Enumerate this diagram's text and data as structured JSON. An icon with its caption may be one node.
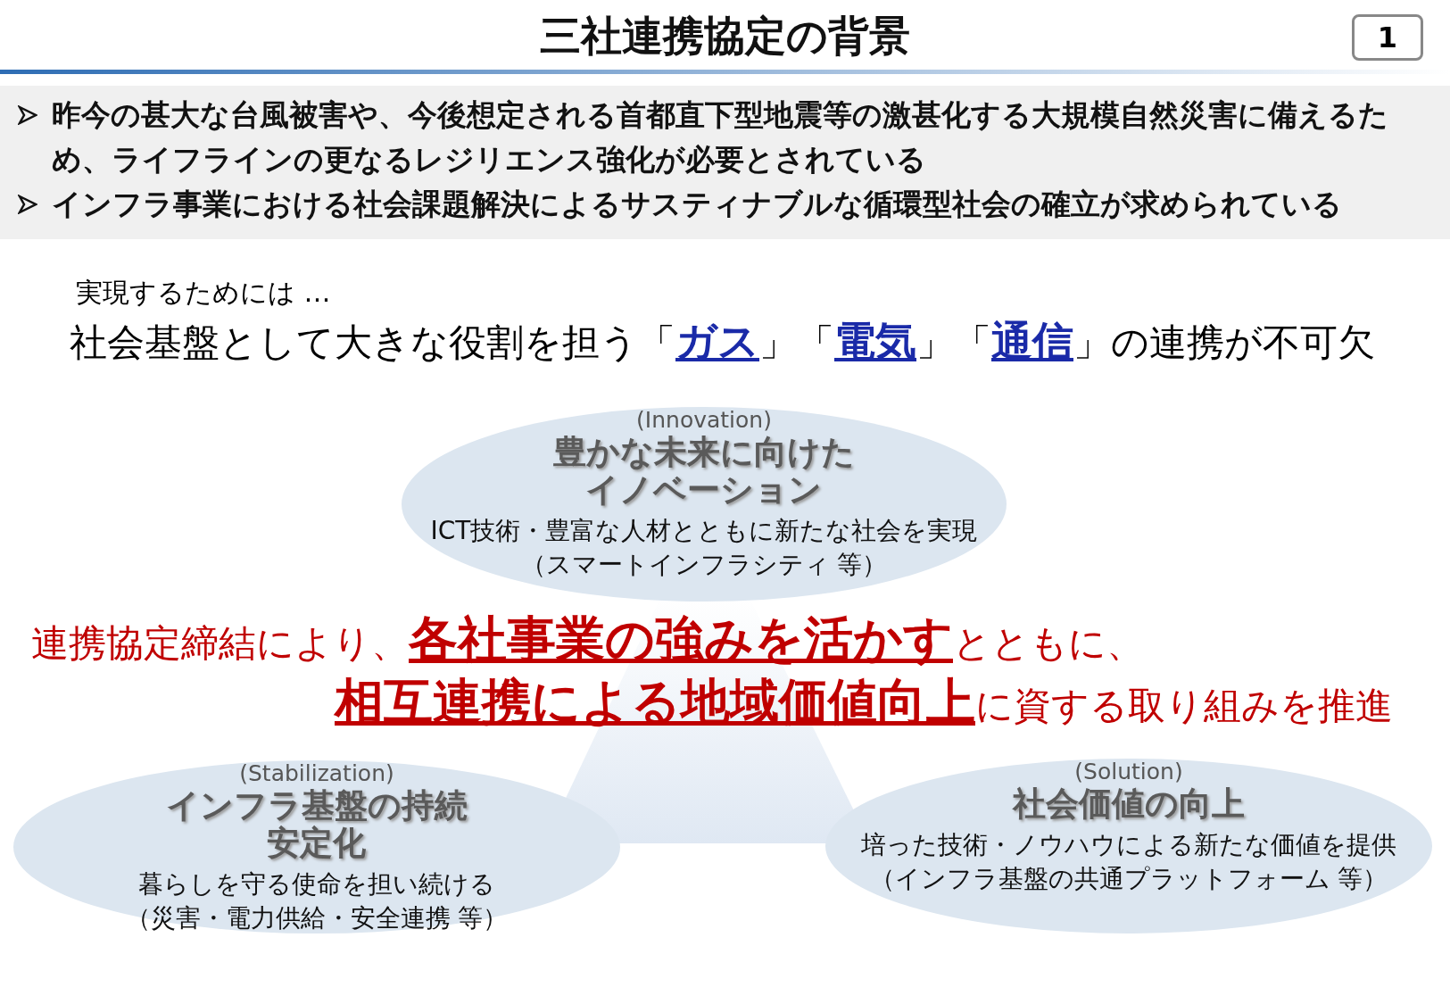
{
  "diagram": {
    "title": "三社連携協定の背景",
    "nodes": [
      {
        "text": [
          "1"
        ]
      },
      {
        "text": [
          "(Innovation)",
          "豊かな未来に向けたイノベーション",
          "ICT技術・豊富な人材とともに新たな社会を実現",
          "（スマートインフラシティ 等）"
        ]
      },
      {
        "text": [
          "(Stabilization)",
          "インフラ基盤の持続安定化",
          "暮らしを守る使命を担い続ける",
          "（災害・電力供給・安全連携 等）"
        ]
      },
      {
        "text": [
          "(Solution)",
          "社会価値の向上",
          "培った技術・ノウハウによる新たな価値を提供",
          "（インフラ基盤の共通プラットフォーム 等）"
        ]
      },
      {
        "text": [],
        "shape": "triangle"
      }
    ],
    "labels": [
      "昨今の甚大な台風被害や、今後想定される首都直下型地震等の激甚化する大規模自然災害に備えるため、ライフラインの更なるレジリエンス強化が必要とされている",
      "インフラ事業における社会課題解決によるサスティナブルな循環型社会の確立が求められている",
      "実現するためには …",
      "社会基盤として大きな役割を担う「**ガス**」「**電気**」「**通信**」の連携が不可欠",
      "連携協定締結により、**各社事業の強みを活かす**とともに、",
      "**相互連携による地域価値向上**に資する取り組みを推進"
    ]
  }
}
